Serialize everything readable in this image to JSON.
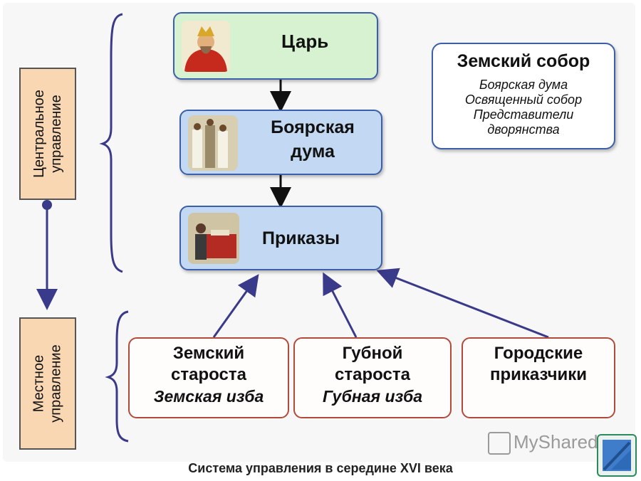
{
  "labels": {
    "central": "Центральное управление",
    "local": "Местное управление"
  },
  "boxes": {
    "tsar": "Царь",
    "duma": "Боярская дума",
    "prikazy": "Приказы"
  },
  "zemsky_sobor": {
    "title": "Земский собор",
    "items": [
      "Боярская дума",
      "Освященный собор",
      "Представители",
      "дворянства"
    ]
  },
  "local_boxes": [
    {
      "title": "Земский староста",
      "sub": "Земская изба"
    },
    {
      "title": "Губной староста",
      "sub": "Губная изба"
    },
    {
      "title": "Городские приказчики",
      "sub": ""
    }
  ],
  "caption": "Система управления в середине XVI века",
  "watermark": "MyShared",
  "colors": {
    "box_border": "#3b5fa8",
    "tsar_fill": "#d6f2d0",
    "blue_fill": "#c3d9f3",
    "label_fill": "#f9d7b3",
    "local_border": "#b24a3a",
    "arrow": "#3a3a8a"
  }
}
